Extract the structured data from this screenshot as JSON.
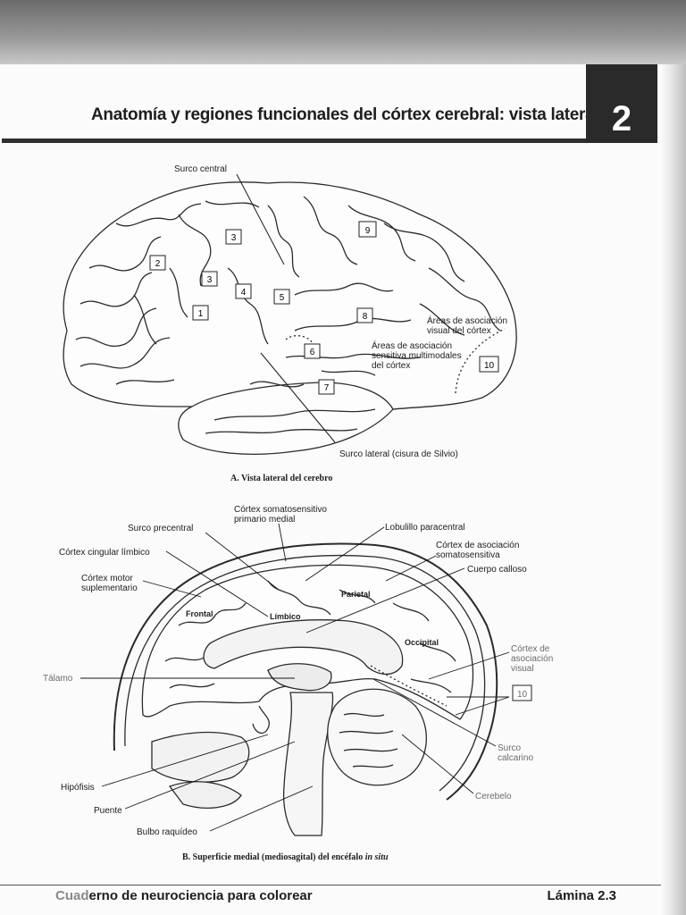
{
  "header": {
    "title": "Anatomía y regiones funcionales del córtex cerebral: vista lateral",
    "chapter": "2"
  },
  "figure_a": {
    "labels": {
      "surco_central": "Surco central",
      "areas_visual_1": "Áreas de asociación",
      "areas_visual_2": "visual del córtex",
      "areas_sens_1": "Áreas de asociación",
      "areas_sens_2": "sensitiva multimodales",
      "areas_sens_3": "del córtex",
      "surco_lateral": "Surco lateral (cisura de Silvio)"
    },
    "numbers": [
      "1",
      "2",
      "3",
      "3",
      "4",
      "5",
      "6",
      "7",
      "8",
      "9",
      "10"
    ],
    "caption": "A. Vista lateral del cerebro"
  },
  "figure_b": {
    "labels": {
      "cortex_soma_1": "Córtex somatosensitivo",
      "cortex_soma_2": "primario medial",
      "surco_precentral": "Surco precentral",
      "lobulillo": "Lobulillo paracentral",
      "cingular": "Córtex cingular límbico",
      "asoc_soma_1": "Córtex de asociación",
      "asoc_soma_2": "somatosensitiva",
      "motor_1": "Córtex motor",
      "motor_2": "suplementario",
      "calloso": "Cuerpo calloso",
      "parietal": "Parietal",
      "frontal": "Frontal",
      "limbico": "Límbico",
      "occipital": "Occipital",
      "asoc_visual_1": "Córtex de",
      "asoc_visual_2": "asociación",
      "asoc_visual_3": "visual",
      "talamo": "Tálamo",
      "number10": "10",
      "surco_calc_1": "Surco",
      "surco_calc_2": "calcarino",
      "hipofisis": "Hipófisis",
      "puente": "Puente",
      "cerebelo": "Cerebelo",
      "bulbo": "Bulbo raquídeo"
    },
    "caption_main": "B. Superficie medial (mediosagital) del encéfalo ",
    "caption_italic": "in situ"
  },
  "footer": {
    "book_faded": "Cuad",
    "book": "erno de neurociencia para colorear",
    "plate": "Lámina 2.3"
  }
}
